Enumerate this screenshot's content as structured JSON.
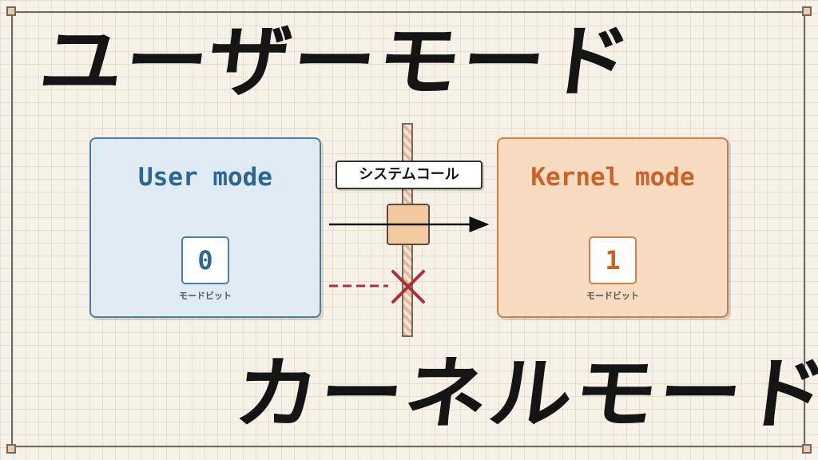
{
  "titles": {
    "top": "ユーザーモード",
    "bottom": "カーネルモード"
  },
  "user_box": {
    "label": "User mode",
    "bit_value": "0",
    "bit_caption": "モードビット"
  },
  "kernel_box": {
    "label": "Kernel mode",
    "bit_value": "1",
    "bit_caption": "モードビット"
  },
  "syscall": {
    "label": "システムコール"
  },
  "colors": {
    "user_fill": "#dfebf3",
    "user_accent": "#2f6690",
    "kernel_fill": "#f8dbc1",
    "kernel_accent": "#c9632a",
    "blocked": "#a83239"
  }
}
